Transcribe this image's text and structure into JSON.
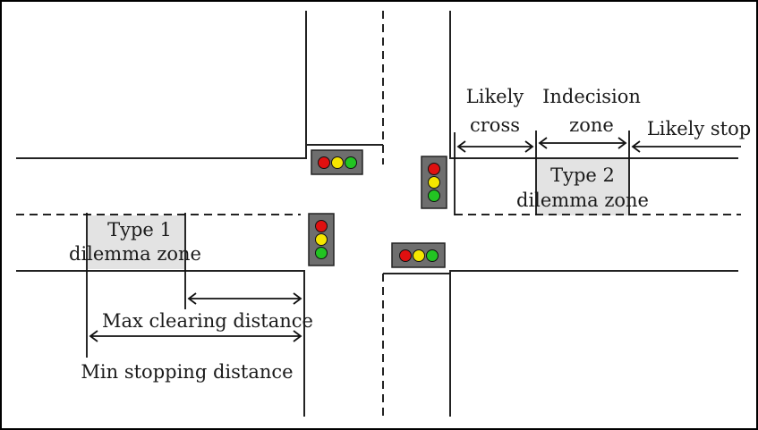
{
  "labels": {
    "likely_cross_line1": "Likely",
    "likely_cross_line2": "cross",
    "indecision_line1": "Indecision",
    "indecision_line2": "zone",
    "likely_stop": "Likely stop",
    "type2_line1": "Type 2",
    "type2_line2": "dilemma zone",
    "type1_line1": "Type 1",
    "type1_line2": "dilemma zone",
    "max_clearing": "Max clearing distance",
    "min_stopping": "Min stopping distance"
  },
  "colors": {
    "background": "#ffffff",
    "frame": "#000000",
    "road_lines": "#222222",
    "zone_fill": "#e3e3e3",
    "signal_housing": "#6e6e6e",
    "signal_red": "#e01010",
    "signal_yellow": "#f5e600",
    "signal_green": "#22c422"
  },
  "icons": [
    "traffic-light-icon"
  ]
}
